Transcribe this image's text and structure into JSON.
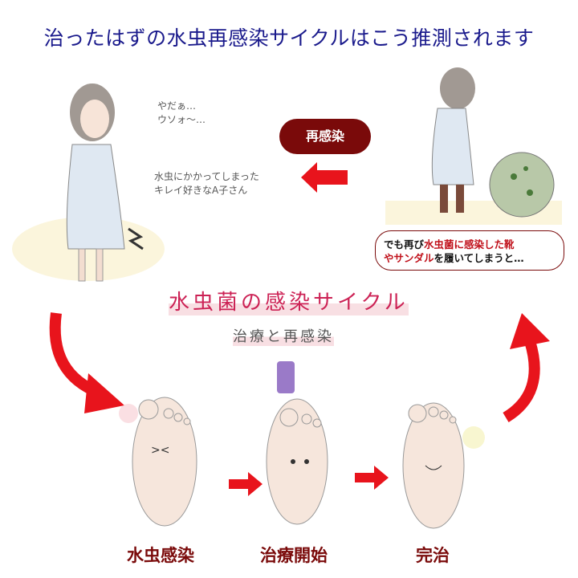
{
  "title": "治ったはずの水虫再感染サイクルはこう推測されます",
  "girl_left": {
    "speech": [
      "やだぁ…",
      "ウソォ〜…"
    ],
    "caption": [
      "水虫にかかってしまった",
      "キレイ好きなA子さん"
    ]
  },
  "reinfection_badge": "再感染",
  "bubble": {
    "part1": "でも再び",
    "part2_red": "水虫菌に感染した靴",
    "part3_red": "やサンダル",
    "part4": "を履いてしまうと…"
  },
  "cycle_title": "水虫菌の感染サイクル",
  "cycle_subtitle": "治療と再感染",
  "stages": [
    "水虫感染",
    "治療開始",
    "完治"
  ],
  "colors": {
    "title": "#1a1a8c",
    "badge": "#7a0a0a",
    "arrow": "#e8141c",
    "stage_label": "#7a0a0a"
  }
}
